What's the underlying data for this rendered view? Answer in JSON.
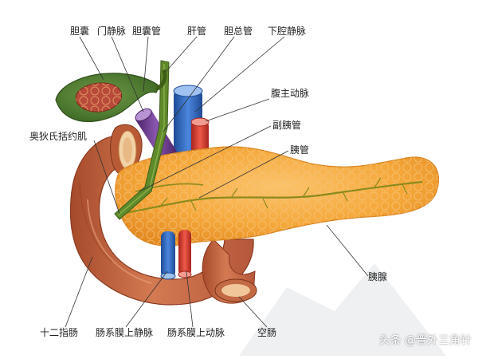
{
  "labels": {
    "gallbladder": "胆囊",
    "portal_vein": "门静脉",
    "cystic_duct": "胆囊管",
    "hepatic_duct": "肝管",
    "common_bile_duct": "胆总管",
    "inferior_vena_cava": "下腔静脉",
    "abdominal_aorta": "腹主动脉",
    "sphincter_of_oddi": "奥狄氏括约肌",
    "accessory_pancreatic_duct": "副胰管",
    "pancreatic_duct": "胰管",
    "pancreas": "胰腺",
    "duodenum": "十二指肠",
    "superior_mesenteric_vein": "肠系膜上静脉",
    "superior_mesenteric_artery": "肠系膜上动脉",
    "jejunum": "空肠"
  },
  "watermark": "头条 @晋外三角针",
  "colors": {
    "pancreas": "#f5a83a",
    "duodenum": "#c8623c",
    "gallbladder": "#4e7d34",
    "bile_duct": "#6d8a2a",
    "vein": "#2f63b8",
    "artery": "#d63a2e",
    "portal_vein": "#6a3a8c"
  }
}
